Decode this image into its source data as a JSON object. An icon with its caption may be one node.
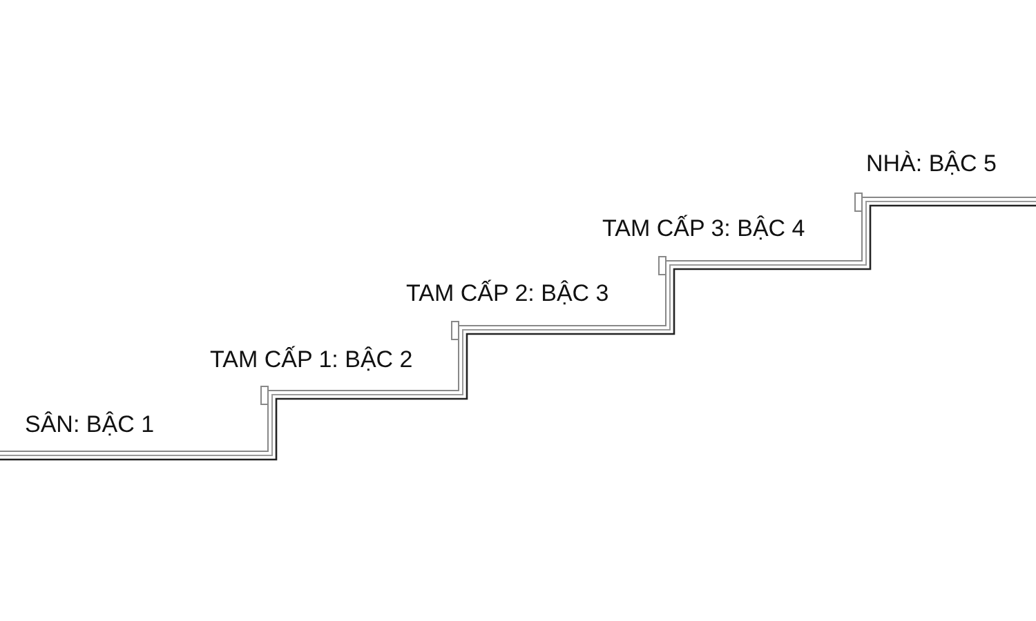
{
  "diagram": {
    "labels": [
      "NHÀ: BẬC 5",
      "TAM CẤP 3: BẬC 4",
      "TAM CẤP 2: BẬC 3",
      "TAM CẤP 1: BẬC 2",
      "SÂN: BẬC 1"
    ]
  }
}
